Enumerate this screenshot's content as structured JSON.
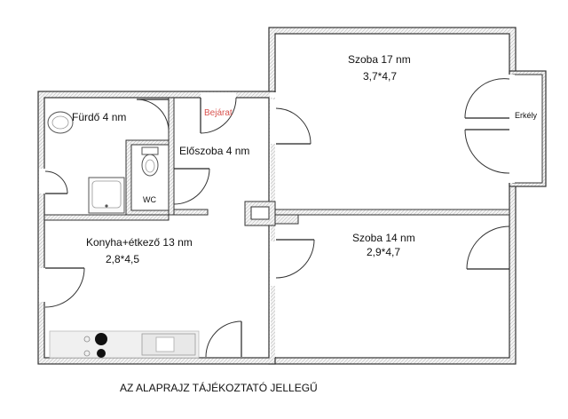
{
  "rooms": {
    "bath": {
      "label": "Fürdő 4 nm"
    },
    "entrance": {
      "label": "Bejárat"
    },
    "hall": {
      "label": "Előszoba 4 nm"
    },
    "wc": {
      "label": "WC"
    },
    "room17": {
      "label": "Szoba 17 nm",
      "dims": "3,7*4,7"
    },
    "room14": {
      "label": "Szoba 14 nm",
      "dims": "2,9*4,7"
    },
    "balcony": {
      "label": "Erkély"
    },
    "kitchen": {
      "label": "Konyha+étkező 13 nm",
      "dims": "2,8*4,5"
    }
  },
  "note": "AZ ALAPRAJZ TÁJÉKOZTATÓ JELLEGŰ",
  "colors": {
    "entrance_label": "#d9534f",
    "wall_fill": "#f2f2f2",
    "wall_stroke": "#333333"
  }
}
